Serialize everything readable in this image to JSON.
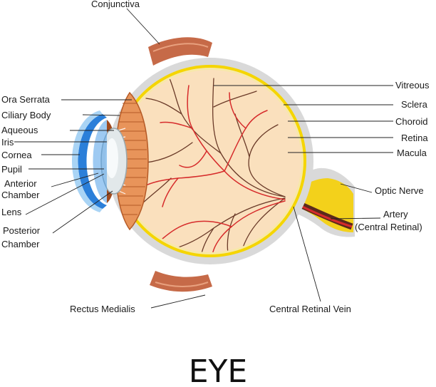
{
  "title": "EYE",
  "labels": {
    "conjunctiva": "Conjunctiva",
    "ora_serrata": "Ora Serrata",
    "ciliary_body": "Ciliary Body",
    "aqueous": "Aqueous",
    "iris": "Iris",
    "cornea": "Cornea",
    "pupil": "Pupil",
    "anterior_chamber": [
      "Anterior",
      "Chamber"
    ],
    "lens": "Lens",
    "posterior_chamber": [
      "Posterior",
      "Chamber"
    ],
    "rectus_medialis": "Rectus Medialis",
    "vitreous": "Vitreous",
    "sclera": "Sclera",
    "choroid": "Choroid",
    "retina": "Retina",
    "macula": "Macula",
    "optic_nerve": "Optic Nerve",
    "artery": [
      "Artery",
      "(Central Retinal)"
    ],
    "central_retinal_vein": "Central Retinal Vein"
  },
  "colors": {
    "sclera": "#d9d9d9",
    "choroid": "#f5d500",
    "retina": "#f7e8a8",
    "vitreous": "#fae0bd",
    "ciliary": "#e8945a",
    "ciliary_dark": "#b55a26",
    "iris": "#a04a1e",
    "cornea": "#2b7fd9",
    "cornea_light": "#a9d4f5",
    "lens": "#e2e8ea",
    "muscle": "#c66a48",
    "artery": "#d62b2b",
    "vein": "#5a2a1c",
    "optic_nerve": "#f3d11b"
  }
}
